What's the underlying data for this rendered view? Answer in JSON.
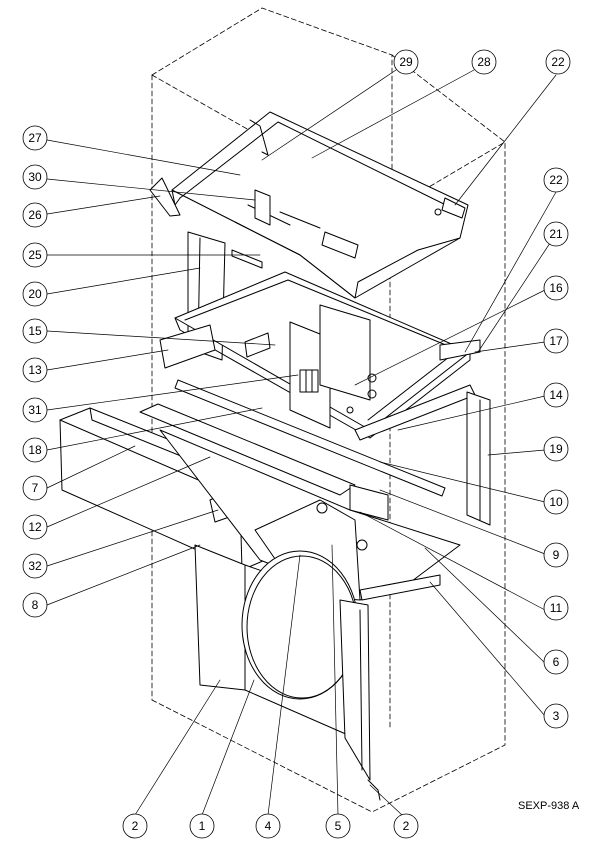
{
  "figure_id": "SEXP-938 A",
  "callouts": [
    {
      "id": "29",
      "label": "29"
    },
    {
      "id": "28",
      "label": "28"
    },
    {
      "id": "22a",
      "label": "22"
    },
    {
      "id": "27",
      "label": "27"
    },
    {
      "id": "30",
      "label": "30"
    },
    {
      "id": "26",
      "label": "26"
    },
    {
      "id": "22b",
      "label": "22"
    },
    {
      "id": "21",
      "label": "21"
    },
    {
      "id": "25",
      "label": "25"
    },
    {
      "id": "20",
      "label": "20"
    },
    {
      "id": "16",
      "label": "16"
    },
    {
      "id": "15",
      "label": "15"
    },
    {
      "id": "17",
      "label": "17"
    },
    {
      "id": "13",
      "label": "13"
    },
    {
      "id": "31",
      "label": "31"
    },
    {
      "id": "14",
      "label": "14"
    },
    {
      "id": "18",
      "label": "18"
    },
    {
      "id": "19",
      "label": "19"
    },
    {
      "id": "7",
      "label": "7"
    },
    {
      "id": "10",
      "label": "10"
    },
    {
      "id": "12",
      "label": "12"
    },
    {
      "id": "9",
      "label": "9"
    },
    {
      "id": "32",
      "label": "32"
    },
    {
      "id": "8",
      "label": "8"
    },
    {
      "id": "11",
      "label": "11"
    },
    {
      "id": "6",
      "label": "6"
    },
    {
      "id": "3",
      "label": "3"
    },
    {
      "id": "2a",
      "label": "2"
    },
    {
      "id": "1",
      "label": "1"
    },
    {
      "id": "4",
      "label": "4"
    },
    {
      "id": "5",
      "label": "5"
    },
    {
      "id": "2b",
      "label": "2"
    }
  ]
}
